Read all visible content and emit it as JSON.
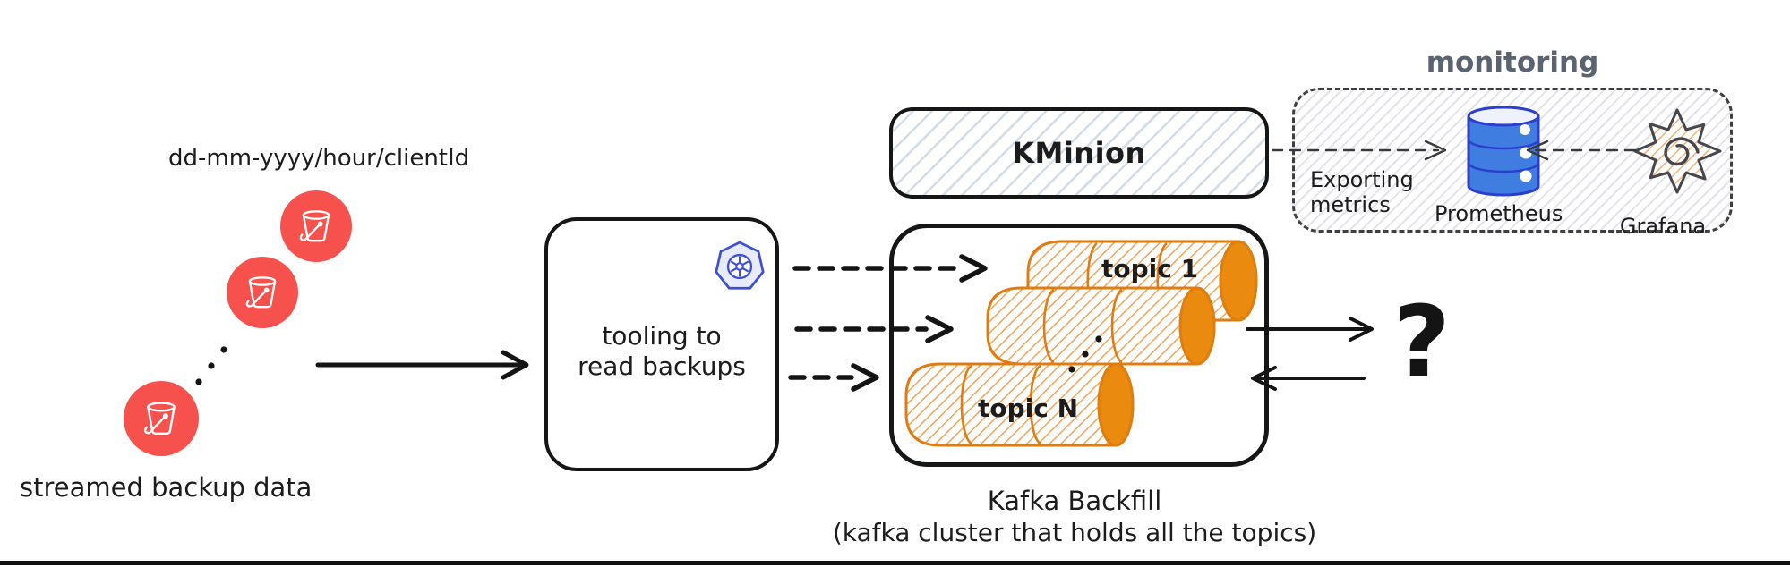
{
  "diagram": {
    "source": {
      "path_label": "dd-mm-yyyy/hour/clientId",
      "caption": "streamed backup data",
      "bucket_count": 3,
      "bucket_color": "#f7514e"
    },
    "tooling_box": {
      "label_line1": "tooling to",
      "label_line2": "read backups",
      "icon": "kubernetes-icon",
      "icon_color": "#3d4fd8"
    },
    "kminion_box": {
      "label": "KMinion"
    },
    "kafka_box": {
      "topics": [
        {
          "label": "topic 1"
        },
        {
          "label": "topic N"
        }
      ],
      "caption_line1": "Kafka Backfill",
      "caption_line2": "(kafka cluster that holds all the topics)",
      "cylinder_color": "#ea8a0f",
      "cylinder_outline": "#e07c12"
    },
    "monitoring_box": {
      "title": "monitoring",
      "exporting_line1": "Exporting",
      "exporting_line2": "metrics",
      "prometheus_label": "Prometheus",
      "prometheus_color": "#3f7de0",
      "grafana_label": "Grafana",
      "grafana_color": "#f1b276"
    },
    "question_mark": "?",
    "colors": {
      "ink": "#1c1c1c",
      "monitoring_title_gray": "#5c6370"
    }
  }
}
